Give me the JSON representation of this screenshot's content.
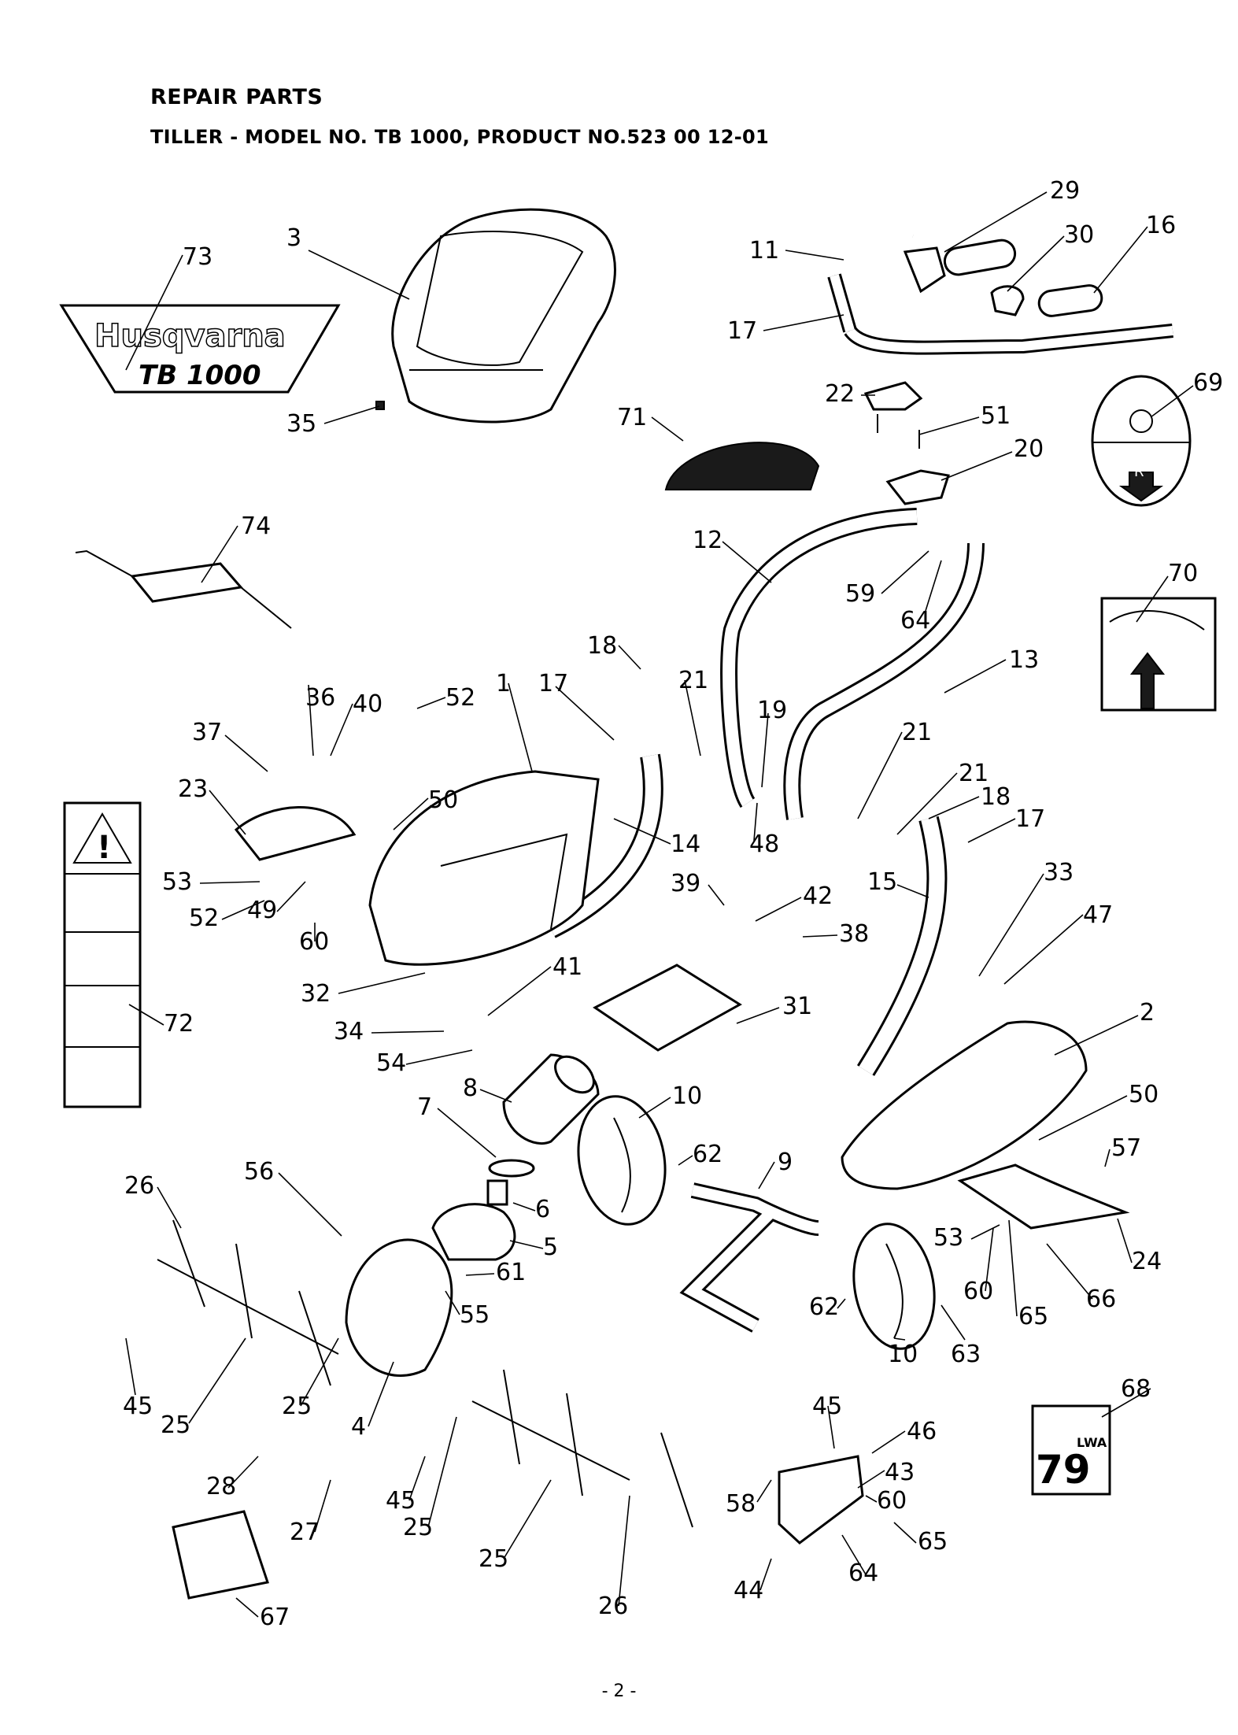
{
  "header": {
    "title": "REPAIR PARTS",
    "subtitle": "TILLER - MODEL NO. TB 1000, PRODUCT NO.523 00 12-01"
  },
  "footer": {
    "page": "- 2 -"
  },
  "decals": {
    "brand": "Husqvarna",
    "model": "TB 1000",
    "sound_level": "79",
    "sound_unit": "LWA",
    "reverse": "R"
  },
  "callouts": [
    {
      "id": "c29",
      "label": "29"
    },
    {
      "id": "c3",
      "label": "3"
    },
    {
      "id": "c11",
      "label": "11"
    },
    {
      "id": "c30",
      "label": "30"
    },
    {
      "id": "c16",
      "label": "16"
    },
    {
      "id": "c73",
      "label": "73"
    },
    {
      "id": "c17a",
      "label": "17"
    },
    {
      "id": "c22",
      "label": "22"
    },
    {
      "id": "c69",
      "label": "69"
    },
    {
      "id": "c35",
      "label": "35"
    },
    {
      "id": "c71",
      "label": "71"
    },
    {
      "id": "c51",
      "label": "51"
    },
    {
      "id": "c20",
      "label": "20"
    },
    {
      "id": "c74",
      "label": "74"
    },
    {
      "id": "c12",
      "label": "12"
    },
    {
      "id": "c70",
      "label": "70"
    },
    {
      "id": "c59",
      "label": "59"
    },
    {
      "id": "c64a",
      "label": "64"
    },
    {
      "id": "c18a",
      "label": "18"
    },
    {
      "id": "c13",
      "label": "13"
    },
    {
      "id": "c36",
      "label": "36"
    },
    {
      "id": "c40",
      "label": "40"
    },
    {
      "id": "c52a",
      "label": "52"
    },
    {
      "id": "c1",
      "label": "1"
    },
    {
      "id": "c17b",
      "label": "17"
    },
    {
      "id": "c21a",
      "label": "21"
    },
    {
      "id": "c19",
      "label": "19"
    },
    {
      "id": "c37",
      "label": "37"
    },
    {
      "id": "c21b",
      "label": "21"
    },
    {
      "id": "c23",
      "label": "23"
    },
    {
      "id": "c50a",
      "label": "50"
    },
    {
      "id": "c21c",
      "label": "21"
    },
    {
      "id": "c18b",
      "label": "18"
    },
    {
      "id": "c48",
      "label": "48"
    },
    {
      "id": "c17c",
      "label": "17"
    },
    {
      "id": "c14",
      "label": "14"
    },
    {
      "id": "c33",
      "label": "33"
    },
    {
      "id": "c53a",
      "label": "53"
    },
    {
      "id": "c39",
      "label": "39"
    },
    {
      "id": "c42",
      "label": "42"
    },
    {
      "id": "c15",
      "label": "15"
    },
    {
      "id": "c47",
      "label": "47"
    },
    {
      "id": "c52b",
      "label": "52"
    },
    {
      "id": "c49",
      "label": "49"
    },
    {
      "id": "c60a",
      "label": "60"
    },
    {
      "id": "c38",
      "label": "38"
    },
    {
      "id": "c41",
      "label": "41"
    },
    {
      "id": "c32",
      "label": "32"
    },
    {
      "id": "c31",
      "label": "31"
    },
    {
      "id": "c72",
      "label": "72"
    },
    {
      "id": "c2",
      "label": "2"
    },
    {
      "id": "c34",
      "label": "34"
    },
    {
      "id": "c54",
      "label": "54"
    },
    {
      "id": "c8",
      "label": "8"
    },
    {
      "id": "c10a",
      "label": "10"
    },
    {
      "id": "c50b",
      "label": "50"
    },
    {
      "id": "c7",
      "label": "7"
    },
    {
      "id": "c62a",
      "label": "62"
    },
    {
      "id": "c9",
      "label": "9"
    },
    {
      "id": "c57",
      "label": "57"
    },
    {
      "id": "c26a",
      "label": "26"
    },
    {
      "id": "c56",
      "label": "56"
    },
    {
      "id": "c6",
      "label": "6"
    },
    {
      "id": "c5",
      "label": "5"
    },
    {
      "id": "c53b",
      "label": "53"
    },
    {
      "id": "c61",
      "label": "61"
    },
    {
      "id": "c24",
      "label": "24"
    },
    {
      "id": "c62b",
      "label": "62"
    },
    {
      "id": "c60b",
      "label": "60"
    },
    {
      "id": "c66",
      "label": "66"
    },
    {
      "id": "c55",
      "label": "55"
    },
    {
      "id": "c65a",
      "label": "65"
    },
    {
      "id": "c10b",
      "label": "10"
    },
    {
      "id": "c63",
      "label": "63"
    },
    {
      "id": "c45a",
      "label": "45"
    },
    {
      "id": "c25a",
      "label": "25"
    },
    {
      "id": "c25b",
      "label": "25"
    },
    {
      "id": "c4",
      "label": "4"
    },
    {
      "id": "c68",
      "label": "68"
    },
    {
      "id": "c45b",
      "label": "45"
    },
    {
      "id": "c46",
      "label": "46"
    },
    {
      "id": "c43",
      "label": "43"
    },
    {
      "id": "c28",
      "label": "28"
    },
    {
      "id": "c58",
      "label": "58"
    },
    {
      "id": "c60c",
      "label": "60"
    },
    {
      "id": "c45c",
      "label": "45"
    },
    {
      "id": "c25c",
      "label": "25"
    },
    {
      "id": "c65b",
      "label": "65"
    },
    {
      "id": "c27",
      "label": "27"
    },
    {
      "id": "c25d",
      "label": "25"
    },
    {
      "id": "c44",
      "label": "44"
    },
    {
      "id": "c64b",
      "label": "64"
    },
    {
      "id": "c67",
      "label": "67"
    },
    {
      "id": "c26b",
      "label": "26"
    }
  ]
}
